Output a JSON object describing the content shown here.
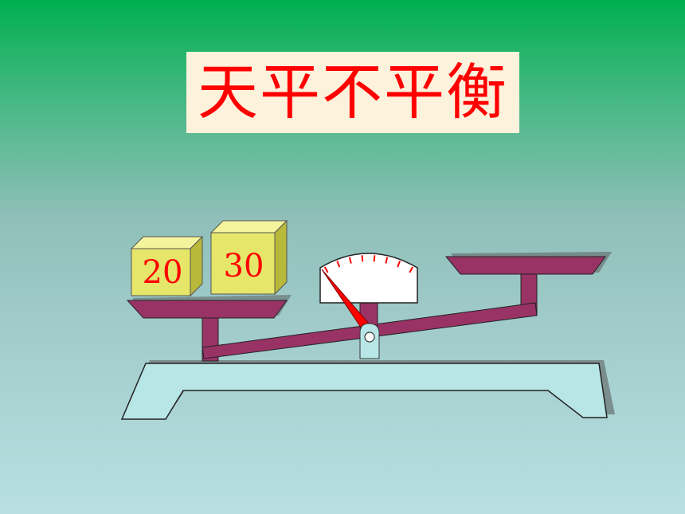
{
  "title": "天平不平衡",
  "weights": [
    {
      "label": "20"
    },
    {
      "label": "30"
    }
  ],
  "colors": {
    "title_text": "#ff0000",
    "title_bg": "#fdf2dc",
    "pan": "#993366",
    "base": "#b8e6e6",
    "weight_front": "#e6e66a",
    "weight_top": "#f4f49c",
    "weight_side": "#b8b83a",
    "needle": "#ff0000"
  },
  "dial": {
    "tick_count": 8
  }
}
